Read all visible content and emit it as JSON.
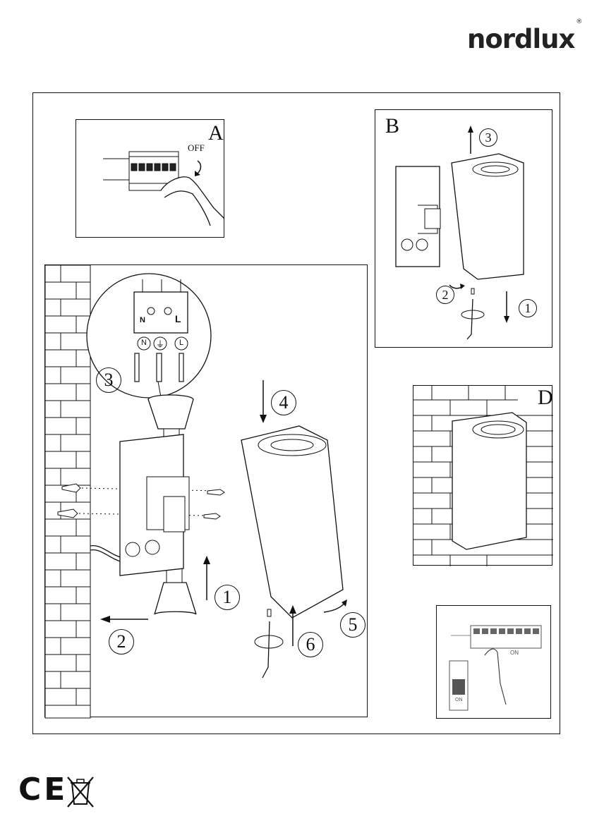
{
  "brand": {
    "name": "nordlux",
    "registered": "®"
  },
  "panels": {
    "a": {
      "label": "A",
      "off_text": "OFF"
    },
    "b": {
      "label": "B",
      "steps": [
        "1",
        "2",
        "3"
      ]
    },
    "c": {
      "steps": [
        "1",
        "2",
        "3",
        "4",
        "5",
        "6"
      ],
      "terminals": [
        "N",
        "L"
      ],
      "terminal_symbols": [
        "N",
        "⏚",
        "L"
      ]
    },
    "d": {
      "label": "D"
    },
    "e": {
      "on_text": "ON",
      "switch_text": "ON"
    }
  },
  "footer": {
    "ce_mark": "CE",
    "icons": [
      "ce-mark-icon",
      "weee-bin-icon"
    ]
  }
}
